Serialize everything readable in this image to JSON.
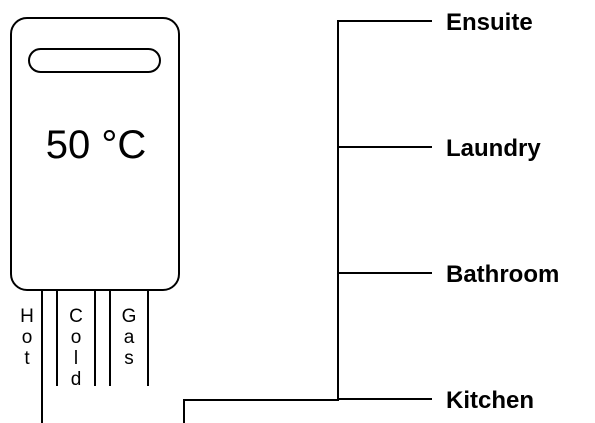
{
  "heater": {
    "display_icon": "rounded-slot-display",
    "temperature": "50 °C"
  },
  "pipes": [
    {
      "name": "hot",
      "letters": [
        "H",
        "o",
        "t"
      ]
    },
    {
      "name": "cold",
      "letters": [
        "C",
        "o",
        "l",
        "d"
      ]
    },
    {
      "name": "gas",
      "letters": [
        "G",
        "a",
        "s"
      ]
    }
  ],
  "rooms": [
    "Ensuite",
    "Laundry",
    "Bathroom",
    "Kitchen"
  ],
  "colors": {
    "stroke": "#000000",
    "background": "#ffffff"
  }
}
